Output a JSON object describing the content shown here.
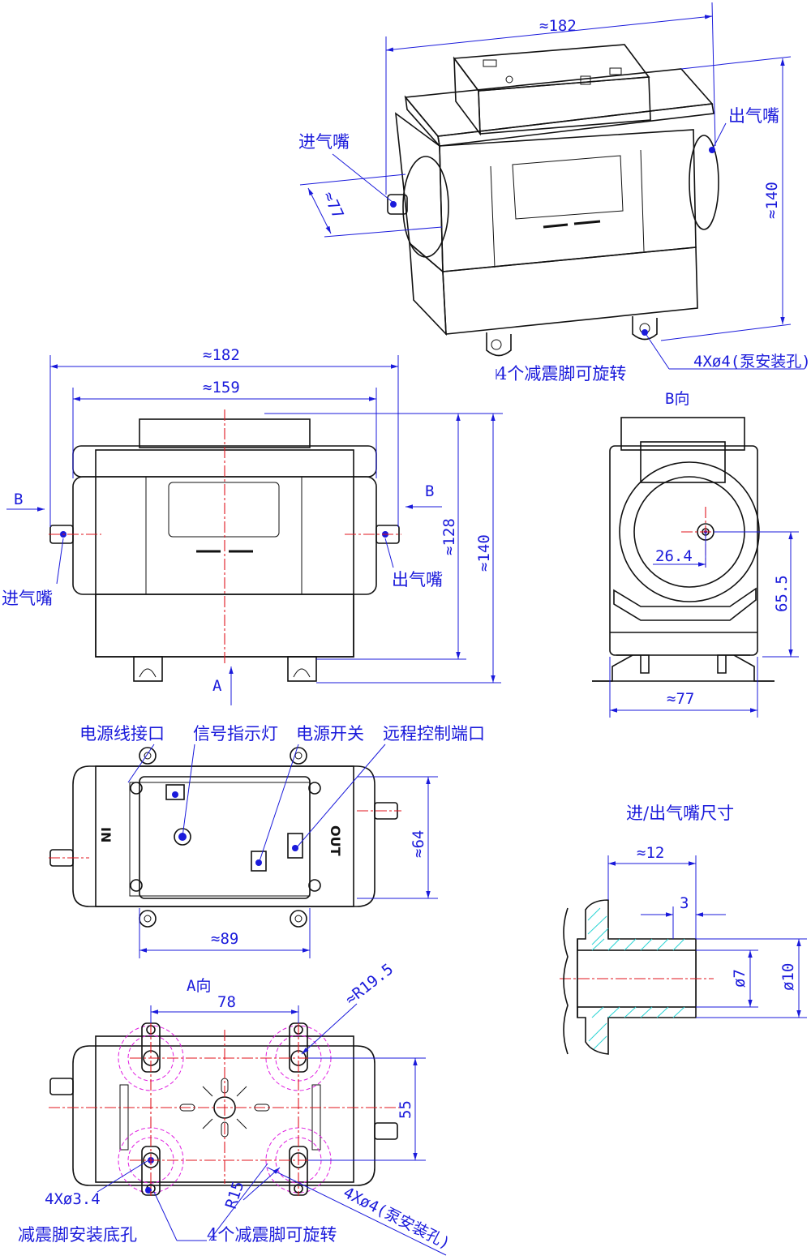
{
  "iso_view": {
    "dim_width": "≈182",
    "dim_height": "≈140",
    "dim_depth": "≈77",
    "label_inlet": "进气嘴",
    "label_outlet": "出气嘴",
    "label_feet": "4个减震脚可旋转",
    "label_holes": "4Xø4(泵安装孔)"
  },
  "front_view": {
    "dim_total_width": "≈182",
    "dim_body_width": "≈159",
    "dim_body_height": "≈128",
    "dim_total_height": "≈140",
    "label_b_left": "B",
    "label_b_right": "B",
    "label_a": "A",
    "label_inlet": "进气嘴",
    "label_outlet": "出气嘴"
  },
  "b_view": {
    "title": "B向",
    "dim_radius_offset": "26.4",
    "dim_center_height": "65.5",
    "dim_width": "≈77"
  },
  "top_view": {
    "label_power_port": "电源线接口",
    "label_signal_led": "信号指示灯",
    "label_power_switch": "电源开关",
    "label_remote_port": "远程控制端口",
    "text_in": "IN",
    "text_out": "OUT",
    "dim_height": "≈64",
    "dim_width": "≈89"
  },
  "a_view": {
    "title": "A向",
    "dim_spacing_x": "78",
    "dim_radius": "≈R19.5",
    "dim_spacing_y": "55",
    "dim_r15": "R15",
    "label_hole_spec": "4Xø3.4",
    "label_base_holes": "减震脚安装底孔",
    "label_feet": "4个减震脚可旋转",
    "label_pump_holes": "4Xø4(泵安装孔)"
  },
  "nozzle_view": {
    "title": "进/出气嘴尺寸",
    "dim_length": "≈12",
    "dim_step": "3",
    "dim_inner": "ø7",
    "dim_outer": "ø10"
  },
  "colors": {
    "dimension": "#1a1adb",
    "centerline": "#e0141e",
    "outline": "#111111",
    "hatch": "#2ad4d4",
    "foot_circle": "#e01ee0"
  }
}
